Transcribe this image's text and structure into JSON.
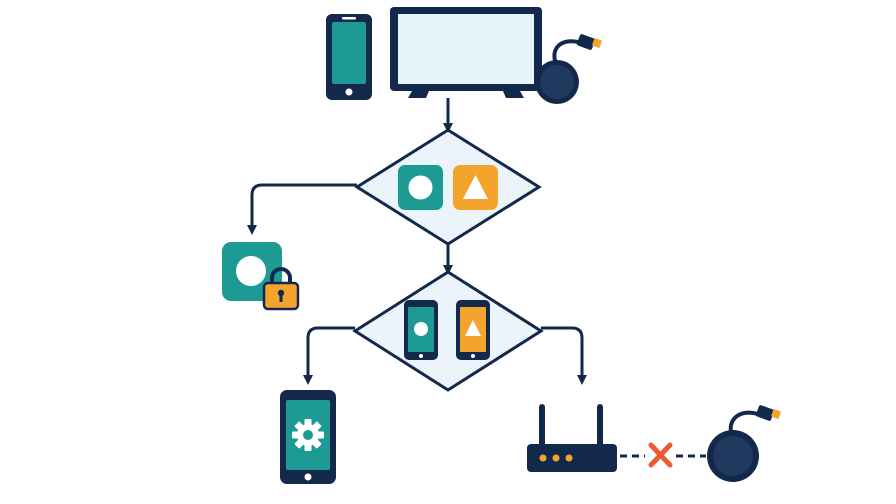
{
  "colors": {
    "navy": "#13294b",
    "teal": "#1e9a95",
    "orange": "#f4a42c",
    "screen": "#e6f3fa",
    "diamond_fill": "#eaf4fa",
    "red_x": "#ee5a36",
    "background": "#ffffff"
  },
  "nodes": {
    "phone_top": {
      "icon": "smartphone-icon"
    },
    "tv": {
      "icon": "television-icon"
    },
    "chromecast_top": {
      "icon": "chromecast-dongle-icon"
    },
    "decision_app": {
      "shape": "diamond",
      "options": [
        "circle-app-icon",
        "triangle-app-icon"
      ]
    },
    "locked_app": {
      "icon": "circle-app-icon",
      "badge": "padlock-icon"
    },
    "decision_phone": {
      "shape": "diamond",
      "options": [
        "phone-circle-app-icon",
        "phone-triangle-app-icon"
      ]
    },
    "phone_settings": {
      "icon": "phone-settings-gear-icon"
    },
    "router": {
      "icon": "wifi-router-icon"
    },
    "chromecast_bottom": {
      "icon": "chromecast-dongle-icon"
    }
  },
  "edges": [
    {
      "from": "tv",
      "to": "decision_app"
    },
    {
      "from": "decision_app",
      "to": "locked_app"
    },
    {
      "from": "decision_app",
      "to": "decision_phone"
    },
    {
      "from": "decision_phone",
      "to": "phone_settings"
    },
    {
      "from": "decision_phone",
      "to": "router"
    },
    {
      "from": "router",
      "to": "chromecast_bottom",
      "style": "dashed",
      "status": "disconnected",
      "marker": "red-x-icon"
    }
  ]
}
